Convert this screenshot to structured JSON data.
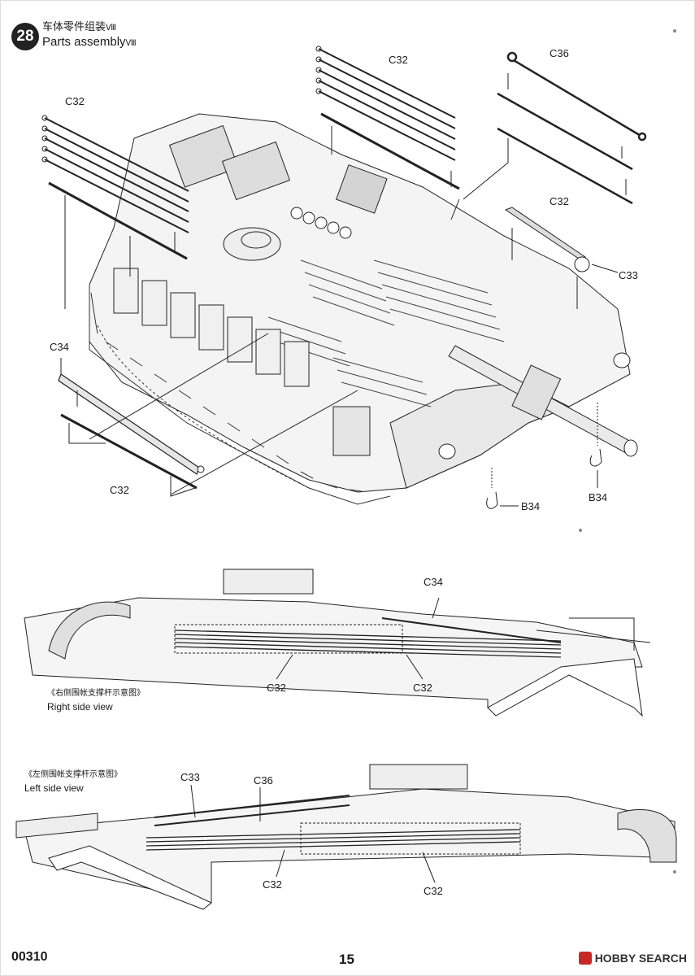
{
  "step": {
    "number": "28",
    "title_cn": "车体零件组装",
    "title_cn_suffix": "Ⅷ",
    "title_en": "Parts assembly",
    "title_en_suffix": "Ⅷ"
  },
  "main_labels": {
    "c32_top_left": "C32",
    "c32_top_middle": "C32",
    "c36": "C36",
    "c32_right": "C32",
    "c33": "C33",
    "c34": "C34",
    "c32_bottom_left": "C32",
    "b34_center": "B34",
    "b34_right": "B34"
  },
  "right_view": {
    "caption_cn": "《右侧围帐支撑杆示意图》",
    "caption_en": "Right side view",
    "label_c34": "C34",
    "label_c32_left": "C32",
    "label_c32_right": "C32"
  },
  "left_view": {
    "caption_cn": "《左侧围帐支撑杆示意图》",
    "caption_en": "Left side view",
    "label_c33": "C33",
    "label_c36": "C36",
    "label_c32_left": "C32",
    "label_c32_right": "C32"
  },
  "footer": {
    "code": "00310",
    "page": "15",
    "watermark": "HOBBY SEARCH"
  }
}
